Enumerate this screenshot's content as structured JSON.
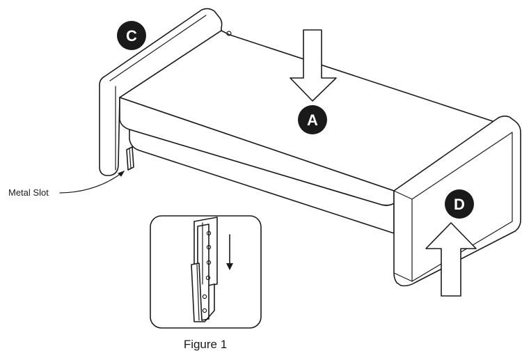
{
  "labels": {
    "badge_c": "C",
    "badge_a": "A",
    "badge_d": "D",
    "metal_slot": "Metal Slot",
    "figure_caption": "Figure 1"
  },
  "colors": {
    "ink": "#1a1a1a",
    "background": "#ffffff"
  },
  "icons": {
    "arrow_a": "down-arrow-icon",
    "arrow_d": "up-arrow-icon",
    "slide_arrow": "down-arrow-icon"
  }
}
